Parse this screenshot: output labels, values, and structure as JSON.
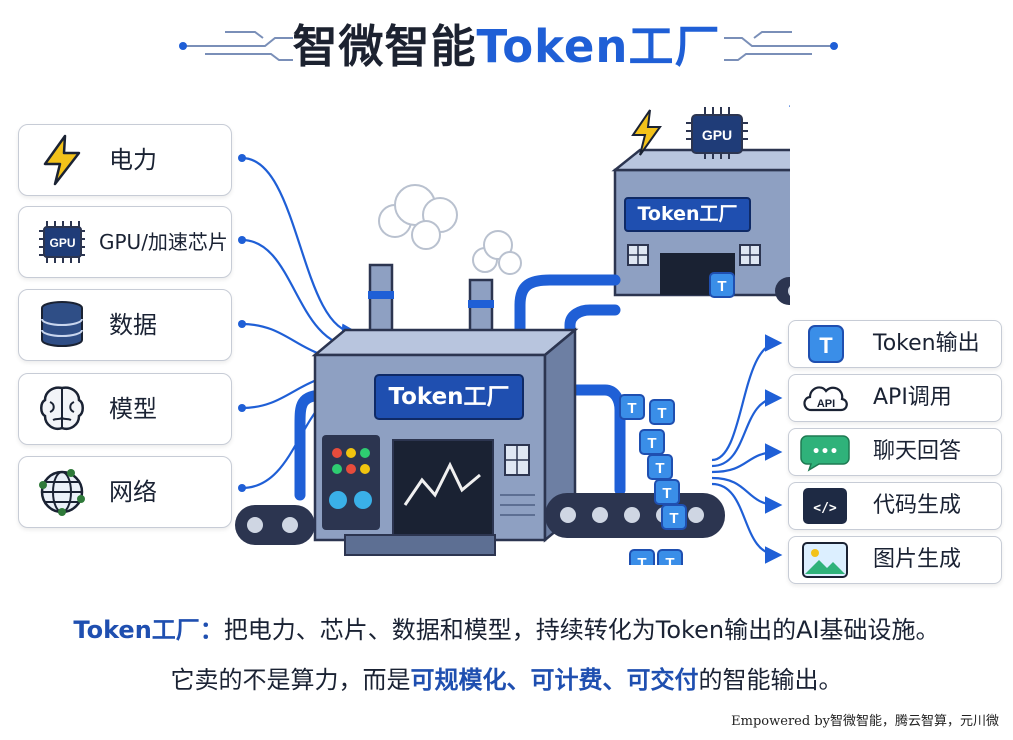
{
  "title": {
    "text": "智微智能",
    "highlight": "Token工厂"
  },
  "inputs": [
    {
      "label": "电力",
      "icon": "lightning-icon"
    },
    {
      "label": "GPU/加速芯片",
      "icon": "gpu-chip-icon",
      "icon_text": "GPU"
    },
    {
      "label": "数据",
      "icon": "database-icon"
    },
    {
      "label": "模型",
      "icon": "brain-icon"
    },
    {
      "label": "网络",
      "icon": "globe-network-icon"
    }
  ],
  "factory": {
    "main_label": "Token工厂",
    "small_label": "Token工厂",
    "chip_text": "GPU",
    "token_glyph": "T"
  },
  "outputs": [
    {
      "label": "Token输出",
      "icon": "token-icon",
      "icon_text": "T"
    },
    {
      "label": "API调用",
      "icon": "api-cloud-icon",
      "icon_text": "API"
    },
    {
      "label": "聊天回答",
      "icon": "chat-bubble-icon",
      "icon_text": "•••"
    },
    {
      "label": "代码生成",
      "icon": "code-icon",
      "icon_text": "</>"
    },
    {
      "label": "图片生成",
      "icon": "image-icon"
    }
  ],
  "caption": {
    "line1_head": "Token工厂：",
    "line1_rest": "把电力、芯片、数据和模型，持续转化为Token输出的AI基础设施。",
    "line2_a": "它卖的不是算力，而是",
    "line2_highlight": "可规模化、可计费、可交付",
    "line2_b": "的智能输出。"
  },
  "credit": "Empowered by智微智能，腾云智算，元川微",
  "colors": {
    "accent": "#1f5fd6",
    "navy": "#1f4fb0",
    "factory": "#7f93b8",
    "token": "#3a8ee8"
  }
}
